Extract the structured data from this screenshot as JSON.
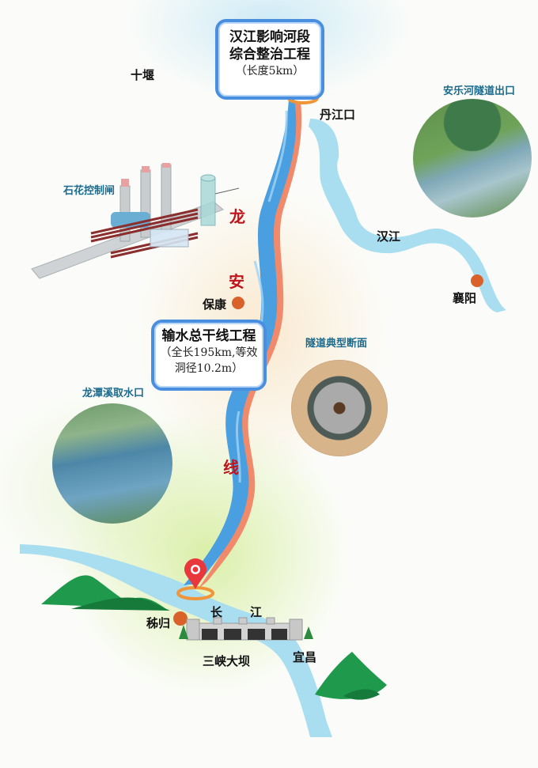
{
  "map": {
    "project_line_label": [
      "龙",
      "安",
      "线"
    ],
    "callouts": [
      {
        "id": "hanjiang-rectification",
        "title_lines": [
          "汉江影响河段",
          "综合整治工程"
        ],
        "subtitle": "（长度5km）"
      },
      {
        "id": "main-trunk",
        "title_lines": [
          "输水总干线工程"
        ],
        "subtitle_lines": [
          "（全长195km,等效",
          "洞径10.2m）"
        ]
      }
    ],
    "places": {
      "shiyan": "十堰",
      "danjiangkou": "丹江口",
      "hanjiang": "汉江",
      "xiangyang": "襄阳",
      "baokang": "保康",
      "zigui": "秭归",
      "changjiang_1": "长",
      "changjiang_2": "江",
      "yichang": "宜昌",
      "three_gorges_dam": "三峡大坝"
    },
    "feature_labels": {
      "shihua_gate": "石花控制闸",
      "anlehe_tunnel_exit": "安乐河隧道出口",
      "tunnel_section": "隧道典型断面",
      "longtanxi_intake": "龙潭溪取水口"
    },
    "colors": {
      "project_river": "#4a9fe0",
      "project_river_edge": "#f08a6a",
      "natural_river": "#a9def0",
      "city_dot": "#d9622a",
      "pin": "#e8383d",
      "pin_ring": "#f0953a",
      "callout_border": "#4a8ee0",
      "route_text": "#c0141b",
      "feature_text": "#1c6b8f",
      "mountain": "#1f9a4c"
    }
  }
}
